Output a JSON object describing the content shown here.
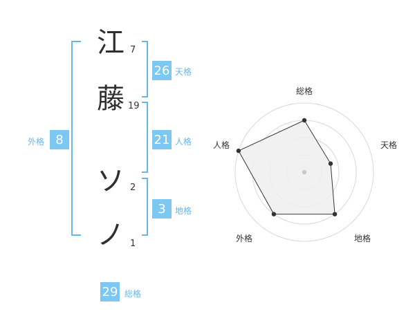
{
  "name": {
    "chars": [
      {
        "char": "江",
        "strokes": "7"
      },
      {
        "char": "藤",
        "strokes": "19"
      },
      {
        "char": "ソ",
        "strokes": "2"
      },
      {
        "char": "ノ",
        "strokes": "1"
      }
    ]
  },
  "fortunes": {
    "tenkaku": {
      "value": "26",
      "label": "天格"
    },
    "jinkaku": {
      "value": "21",
      "label": "人格"
    },
    "chikaku": {
      "value": "3",
      "label": "地格"
    },
    "gaikaku": {
      "value": "8",
      "label": "外格"
    },
    "soukaku": {
      "value": "29",
      "label": "総格"
    }
  },
  "colors": {
    "bracket": "#66b7ea",
    "badge_bg": "#7cc8f2",
    "badge_label": "#66b7ea",
    "radar_grid": "#d8d8d8",
    "radar_fill": "#efefef",
    "radar_line": "#333333"
  },
  "chart_data": {
    "type": "radar",
    "axes": [
      "総格",
      "天格",
      "地格",
      "外格",
      "人格"
    ],
    "values": [
      0.75,
      0.4,
      0.75,
      0.75,
      1.0
    ],
    "rings": 4,
    "range": [
      0,
      1
    ]
  }
}
